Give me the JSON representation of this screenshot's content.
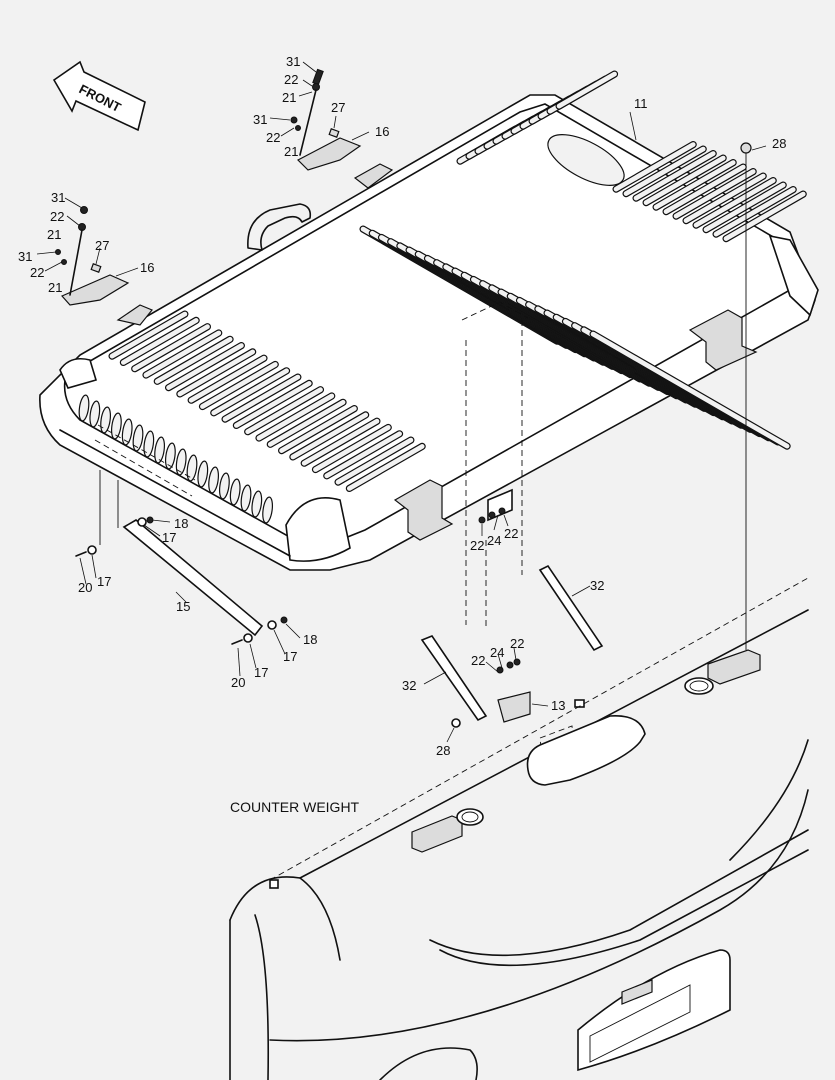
{
  "caption": "COUNTER WEIGHT",
  "front_arrow": {
    "text": "FRONT"
  },
  "labels": {
    "n11": "11",
    "n28a": "28",
    "n31a": "31",
    "n22a": "22",
    "n21a": "21",
    "n31b": "31",
    "n22b": "22",
    "n21b": "21",
    "n27a": "27",
    "n16a": "16",
    "n31c": "31",
    "n22c": "22",
    "n21c": "21",
    "n31d": "31",
    "n22d": "22",
    "n21d": "21",
    "n27b": "27",
    "n16b": "16",
    "n18a": "18",
    "n17a": "17",
    "n17b": "17",
    "n20a": "20",
    "n15": "15",
    "n18b": "18",
    "n17c": "17",
    "n17d": "17",
    "n20b": "20",
    "n22e": "22",
    "n24a": "24",
    "n22f": "22",
    "n32a": "32",
    "n32b": "32",
    "n22g": "22",
    "n24b": "24",
    "n22h": "22",
    "n13": "13",
    "n28b": "28"
  },
  "colors": {
    "line": "#111111",
    "background": "#f2f2f2"
  }
}
